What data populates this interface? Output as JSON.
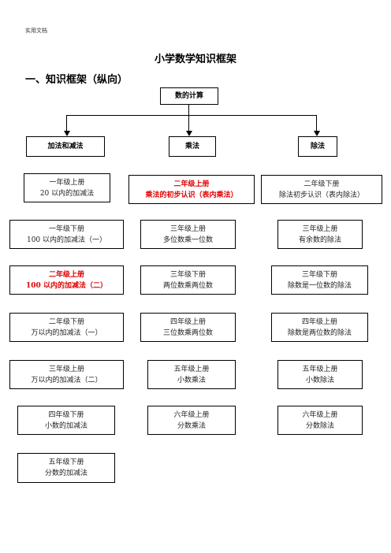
{
  "header_note": "实用文档",
  "title": "小学数学知识框架",
  "section_heading": "一、知识框架（纵向）",
  "root": "数的计算",
  "branches": {
    "add": {
      "title": "加法和减法",
      "items": [
        {
          "grade": "一年级上册",
          "topic": "20 以内的加减法"
        },
        {
          "grade": "一年级下册",
          "topic": "100 以内的加减法（一）"
        },
        {
          "grade": "二年级上册",
          "topic": "100 以内的加减法（二）"
        },
        {
          "grade": "二年级下册",
          "topic": "万以内的加减法（一）"
        },
        {
          "grade": "三年级上册",
          "topic": "万以内的加减法（二）"
        },
        {
          "grade": "四年级下册",
          "topic": "小数的加减法"
        },
        {
          "grade": "五年级下册",
          "topic": "分数的加减法"
        }
      ]
    },
    "mul": {
      "title": "乘法",
      "items": [
        {
          "grade": "二年级上册",
          "topic": "乘法的初步认识（表内乘法）"
        },
        {
          "grade": "三年级上册",
          "topic": "多位数乘一位数"
        },
        {
          "grade": "三年级下册",
          "topic": "两位数乘两位数"
        },
        {
          "grade": "四年级上册",
          "topic": "三位数乘两位数"
        },
        {
          "grade": "五年级上册",
          "topic": "小数乘法"
        },
        {
          "grade": "六年级上册",
          "topic": "分数乘法"
        }
      ]
    },
    "div": {
      "title": "除法",
      "items": [
        {
          "grade": "二年级下册",
          "topic": "除法初步认识（表内除法）"
        },
        {
          "grade": "三年级上册",
          "topic": "有余数的除法"
        },
        {
          "grade": "三年级下册",
          "topic": "除数是一位数的除法"
        },
        {
          "grade": "四年级上册",
          "topic": "除数是两位数的除法"
        },
        {
          "grade": "五年级上册",
          "topic": "小数除法"
        },
        {
          "grade": "六年级上册",
          "topic": "分数除法"
        }
      ]
    }
  },
  "colors": {
    "highlight": "#e00000",
    "line": "#000000"
  }
}
